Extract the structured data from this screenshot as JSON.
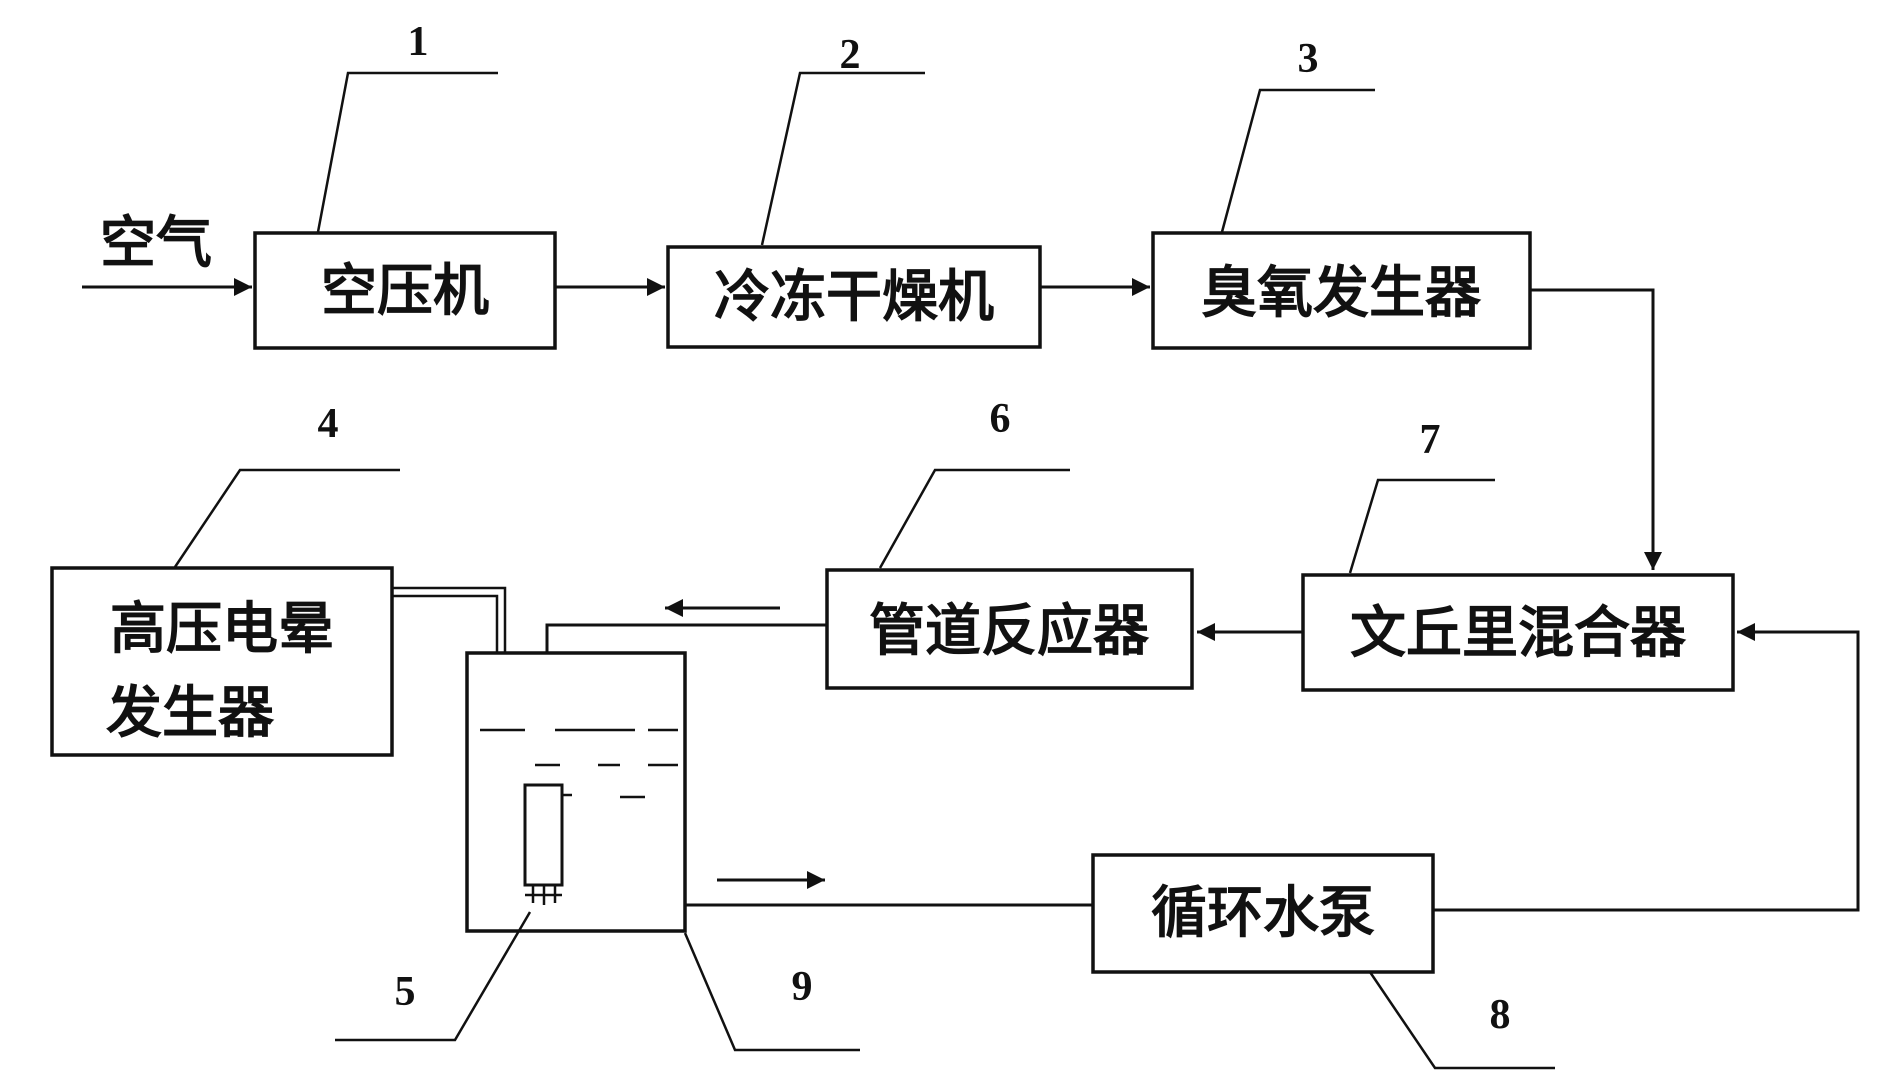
{
  "input_label": "空气",
  "boxes": {
    "compressor": "空压机",
    "dryer": "冷冻干燥机",
    "ozone": "臭氧发生器",
    "venturi": "文丘里混合器",
    "reactor": "管道反应器",
    "corona_line1": "高压电晕",
    "corona_line2": "发生器",
    "pump": "循环水泵"
  },
  "labels": {
    "n1": "1",
    "n2": "2",
    "n3": "3",
    "n4": "4",
    "n5": "5",
    "n6": "6",
    "n7": "7",
    "n8": "8",
    "n9": "9"
  },
  "colors": {
    "line": "#111111",
    "background": "#ffffff"
  }
}
